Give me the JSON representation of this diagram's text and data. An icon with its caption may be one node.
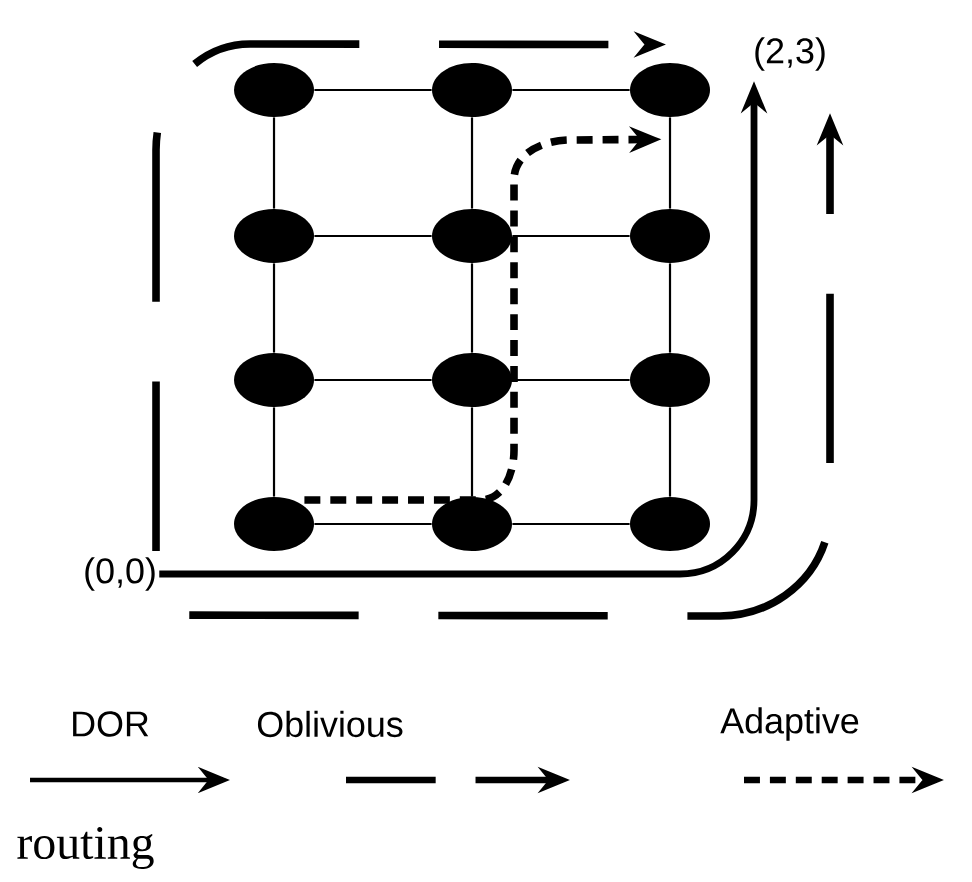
{
  "diagram": {
    "nodes": [
      {
        "text": [],
        "shape": "circle"
      },
      {
        "text": [],
        "shape": "circle"
      },
      {
        "text": [],
        "shape": "circle"
      },
      {
        "text": [],
        "shape": "circle"
      },
      {
        "text": [],
        "shape": "circle"
      },
      {
        "text": [],
        "shape": "circle"
      },
      {
        "text": [],
        "shape": "circle"
      },
      {
        "text": [],
        "shape": "circle"
      },
      {
        "text": [],
        "shape": "circle"
      },
      {
        "text": [],
        "shape": "circle"
      },
      {
        "text": [],
        "shape": "circle"
      },
      {
        "text": [],
        "shape": "circle"
      },
      {
        "text": [
          "(0,0)"
        ]
      },
      {
        "text": [
          "(2,3)"
        ]
      }
    ],
    "edges": [
      {
        "from": 0,
        "to": 1,
        "arrow": "none"
      },
      {
        "from": 1,
        "to": 2,
        "arrow": "none"
      },
      {
        "from": 3,
        "to": 4,
        "arrow": "none"
      },
      {
        "from": 4,
        "to": 5,
        "arrow": "none"
      },
      {
        "from": 6,
        "to": 7,
        "arrow": "none"
      },
      {
        "from": 7,
        "to": 8,
        "arrow": "none"
      },
      {
        "from": 9,
        "to": 10,
        "arrow": "none"
      },
      {
        "from": 10,
        "to": 11,
        "arrow": "none"
      },
      {
        "from": 0,
        "to": 3,
        "arrow": "none"
      },
      {
        "from": 3,
        "to": 6,
        "arrow": "none"
      },
      {
        "from": 6,
        "to": 9,
        "arrow": "none"
      },
      {
        "from": 1,
        "to": 4,
        "arrow": "none"
      },
      {
        "from": 4,
        "to": 7,
        "arrow": "none"
      },
      {
        "from": 7,
        "to": 10,
        "arrow": "none"
      },
      {
        "from": 2,
        "to": 5,
        "arrow": "none"
      },
      {
        "from": 5,
        "to": 8,
        "arrow": "none"
      },
      {
        "from": 8,
        "to": 11,
        "arrow": "none"
      },
      {
        "from": 12,
        "to": 13,
        "arrow": "to",
        "style": "thick"
      },
      {
        "from": 12,
        "to": 2,
        "arrow": "to",
        "style": "dashed"
      },
      {
        "from": 12,
        "to": 13,
        "arrow": "to",
        "style": "dashed"
      },
      {
        "from": 9,
        "to": 2,
        "arrow": "to",
        "style": "dashed"
      }
    ],
    "labels": [
      "routing"
    ],
    "legend": [
      {
        "text": "DOR"
      },
      {
        "text": "Oblivious"
      },
      {
        "text": "Adaptive"
      }
    ]
  }
}
